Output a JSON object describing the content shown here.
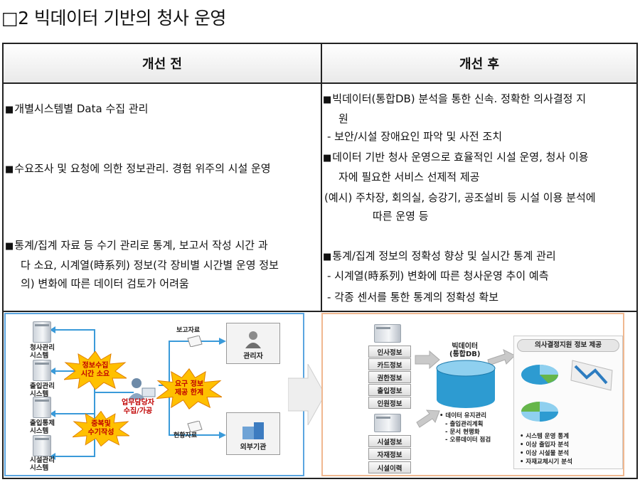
{
  "section": {
    "title": "□2 빅데이터 기반의 청사 운영"
  },
  "table": {
    "before_header": "개선 전",
    "after_header": "개선 후",
    "before_items": [
      {
        "line1": "개별시스템별 Data 수집 관리"
      },
      {
        "line1": "수요조사 및 요청에 의한 정보관리. 경험 위주의 시설 운영"
      },
      {
        "line1": "통계/집계 자료 등 수기 관리로 통계, 보고서 작성 시간 과",
        "line2": "다 소요, 시계열(時系列) 정보(각 장비별 시간별 운영 정보",
        "line3": "의) 변화에 따른 데이터 검토가 어려움"
      }
    ],
    "after_items": [
      {
        "line1": "빅데이터(통합DB) 분석을 통한 신속. 정확한 의사결정 지",
        "line2": "원"
      },
      {
        "line1": "- 보안/시설 장애요인 파악 및 사전 조치"
      },
      {
        "line1": "데이터 기반 청사 운영으로 효율적인 시설 운영, 청사 이용",
        "line2": "자에 필요한 서비스 선제적 제공"
      },
      {
        "line1": "(예시) 주차장, 회의실, 승강기, 공조설비 등 시설 이용 분석에",
        "line2": "따른 운영 등"
      },
      {
        "line1": "통계/집계 정보의 정확성 향상 및 실시간 통계 관리"
      },
      {
        "line1": "- 시계열(時系列) 변화에 따른 청사운영 추이 예측"
      },
      {
        "line1": "- 각종 센서를 통한 통계의 정확성 확보"
      }
    ]
  },
  "left_diagram": {
    "systems": [
      "청사관리\n시스템",
      "출입관리\n시스템",
      "출입통제\n시스템",
      "시설관리\n시스템"
    ],
    "burst1": "정보수집\n시간 소요",
    "burst2": "중복및\n수기작성",
    "burst3": "요구 정보\n제공 한계",
    "worker": "업무담당자\n수집/가공",
    "report_label": "보고자료",
    "manager": "관리자",
    "status_label": "현황자료",
    "external": "외부기관"
  },
  "right_diagram": {
    "inputs_top": [
      "인사정보",
      "카드정보",
      "권한정보",
      "출입정보",
      "인원정보"
    ],
    "inputs_bottom": [
      "시설정보",
      "자재정보",
      "시설이력"
    ],
    "bigdata_title": "빅데이터\n(통합DB)",
    "bigdata_notes": [
      "• 데이터 유지관리",
      "- 출입관리계획",
      "- 문서 현행화",
      "- 오류데이터 점검"
    ],
    "support_title": "의사결정지원 정보 제공",
    "support_notes": [
      "• 시스템 운영 통계",
      "• 이상 출입자 분석",
      "• 이상 시설물 분석",
      "• 자재교체시기 분석"
    ]
  }
}
